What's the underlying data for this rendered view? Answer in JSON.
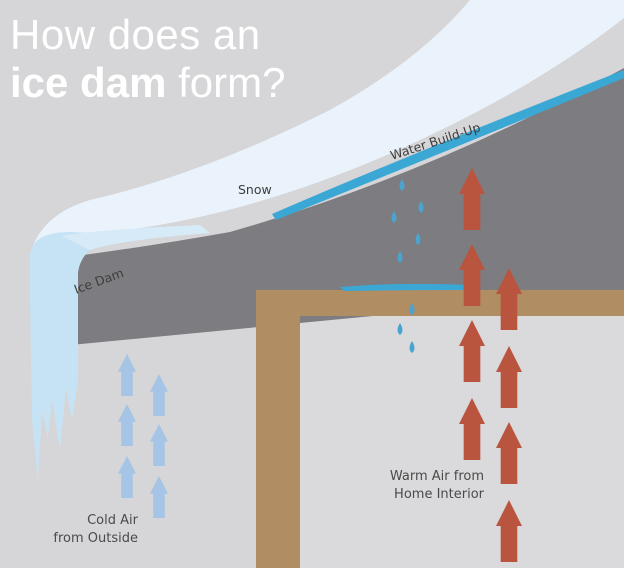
{
  "title": {
    "line1": "How does an",
    "line2_bold": "ice dam",
    "line2_rest": " form?"
  },
  "labels": {
    "snow": "Snow",
    "water_buildup": "Water Build-Up",
    "ice_dam": "Ice Dam",
    "cold_air_line1": "Cold Air",
    "cold_air_line2": "from Outside",
    "warm_air_line1": "Warm Air from",
    "warm_air_line2": "Home Interior"
  },
  "colors": {
    "background": "#d6d6d8",
    "roof": "#7d7c80",
    "snow": "#eaf3fb",
    "ice": "#c6e3f5",
    "water": "#3aa7d4",
    "wood_frame": "#b08d62",
    "warm_arrow": "#b9543f",
    "cold_arrow": "#a6c4e6",
    "droplet": "#49a4d0"
  }
}
